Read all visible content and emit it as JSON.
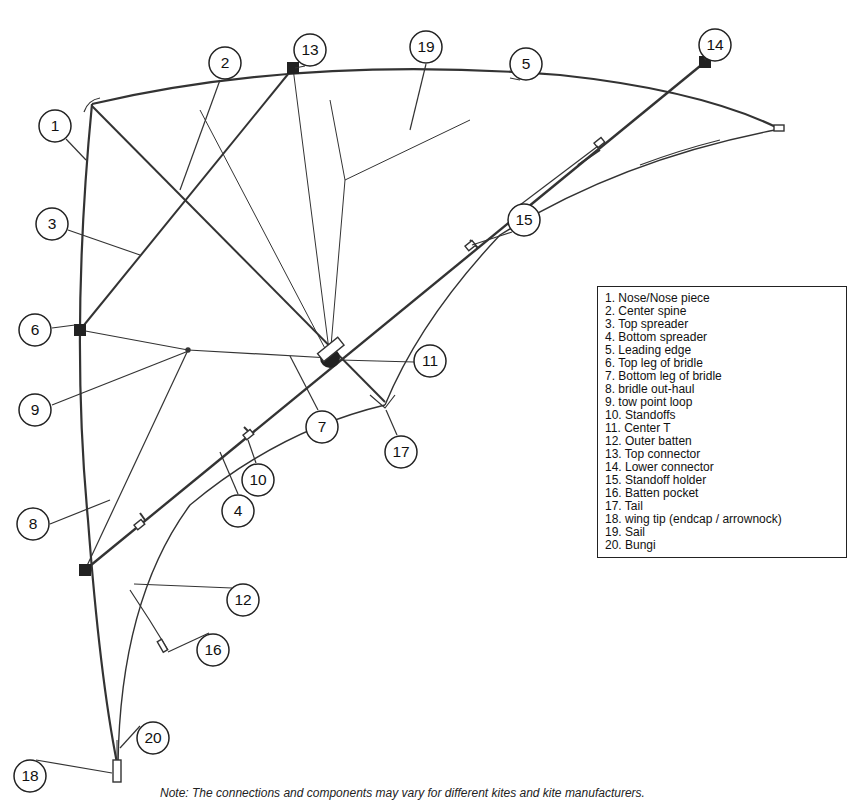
{
  "diagram": {
    "nodes": [
      {
        "text": [
          "1"
        ]
      },
      {
        "text": [
          "2"
        ]
      },
      {
        "text": [
          "3"
        ]
      },
      {
        "text": [
          "4"
        ]
      },
      {
        "text": [
          "5"
        ]
      },
      {
        "text": [
          "6"
        ]
      },
      {
        "text": [
          "7"
        ]
      },
      {
        "text": [
          "8"
        ]
      },
      {
        "text": [
          "9"
        ]
      },
      {
        "text": [
          "10"
        ]
      },
      {
        "text": [
          "11"
        ]
      },
      {
        "text": [
          "12"
        ]
      },
      {
        "text": [
          "13"
        ]
      },
      {
        "text": [
          "14"
        ]
      },
      {
        "text": [
          "15"
        ]
      },
      {
        "text": [
          "16"
        ]
      },
      {
        "text": [
          "17"
        ]
      },
      {
        "text": [
          "18"
        ]
      },
      {
        "text": [
          "19"
        ]
      },
      {
        "text": [
          "20"
        ]
      },
      {
        "text": [
          "1. Nose/Nose piece",
          "2. Center spine",
          "3. Top spreader",
          "4. Bottom spreader",
          "5. Leading edge",
          "6. Top leg of bridle",
          "7. Bottom leg of bridle",
          "8. bridle out-haul",
          "9. tow point loop",
          "10. Standoffs",
          "11. Center T",
          "12. Outer batten",
          "13. Top connector",
          "14. Lower connector",
          "15. Standoff holder",
          "16. Batten pocket",
          "17. Tail",
          "18. wing tip (endcap / arrownock)",
          "19. Sail",
          "20. Bungi"
        ]
      }
    ],
    "edges": [],
    "labels": [
      "Note: The connections and components may vary for different kites and kite manufacturers."
    ]
  }
}
